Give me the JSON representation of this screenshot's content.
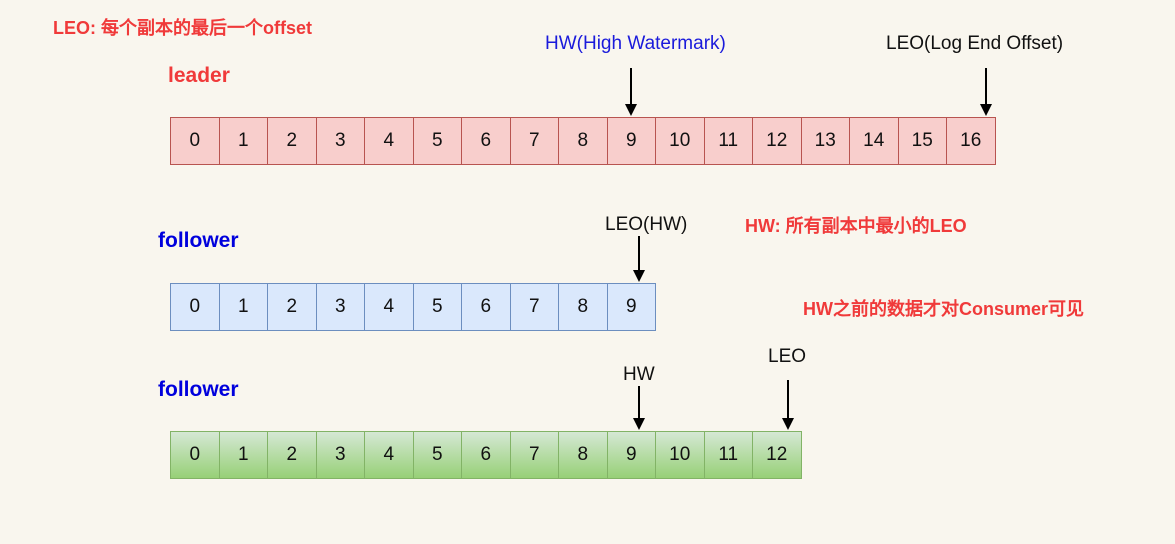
{
  "notes": {
    "leo_def": "LEO: 每个副本的最后一个offset",
    "hw_def": "HW: 所有副本中最小的LEO",
    "visibility": "HW之前的数据才对Consumer可见"
  },
  "colors": {
    "note_red": "#f03a3a",
    "leader_label": "#f03a3a",
    "follower_label": "#0000dd",
    "hw_label_blue": "#1a1adb"
  },
  "leader": {
    "label": "leader",
    "cells": [
      "0",
      "1",
      "2",
      "3",
      "4",
      "5",
      "6",
      "7",
      "8",
      "9",
      "10",
      "11",
      "12",
      "13",
      "14",
      "15",
      "16"
    ],
    "hw_label": "HW(High Watermark)",
    "leo_label": "LEO(Log End Offset)"
  },
  "follower1": {
    "label": "follower",
    "cells": [
      "0",
      "1",
      "2",
      "3",
      "4",
      "5",
      "6",
      "7",
      "8",
      "9"
    ],
    "pointer_label": "LEO(HW)"
  },
  "follower2": {
    "label": "follower",
    "cells": [
      "0",
      "1",
      "2",
      "3",
      "4",
      "5",
      "6",
      "7",
      "8",
      "9",
      "10",
      "11",
      "12"
    ],
    "hw_label": "HW",
    "leo_label": "LEO"
  }
}
